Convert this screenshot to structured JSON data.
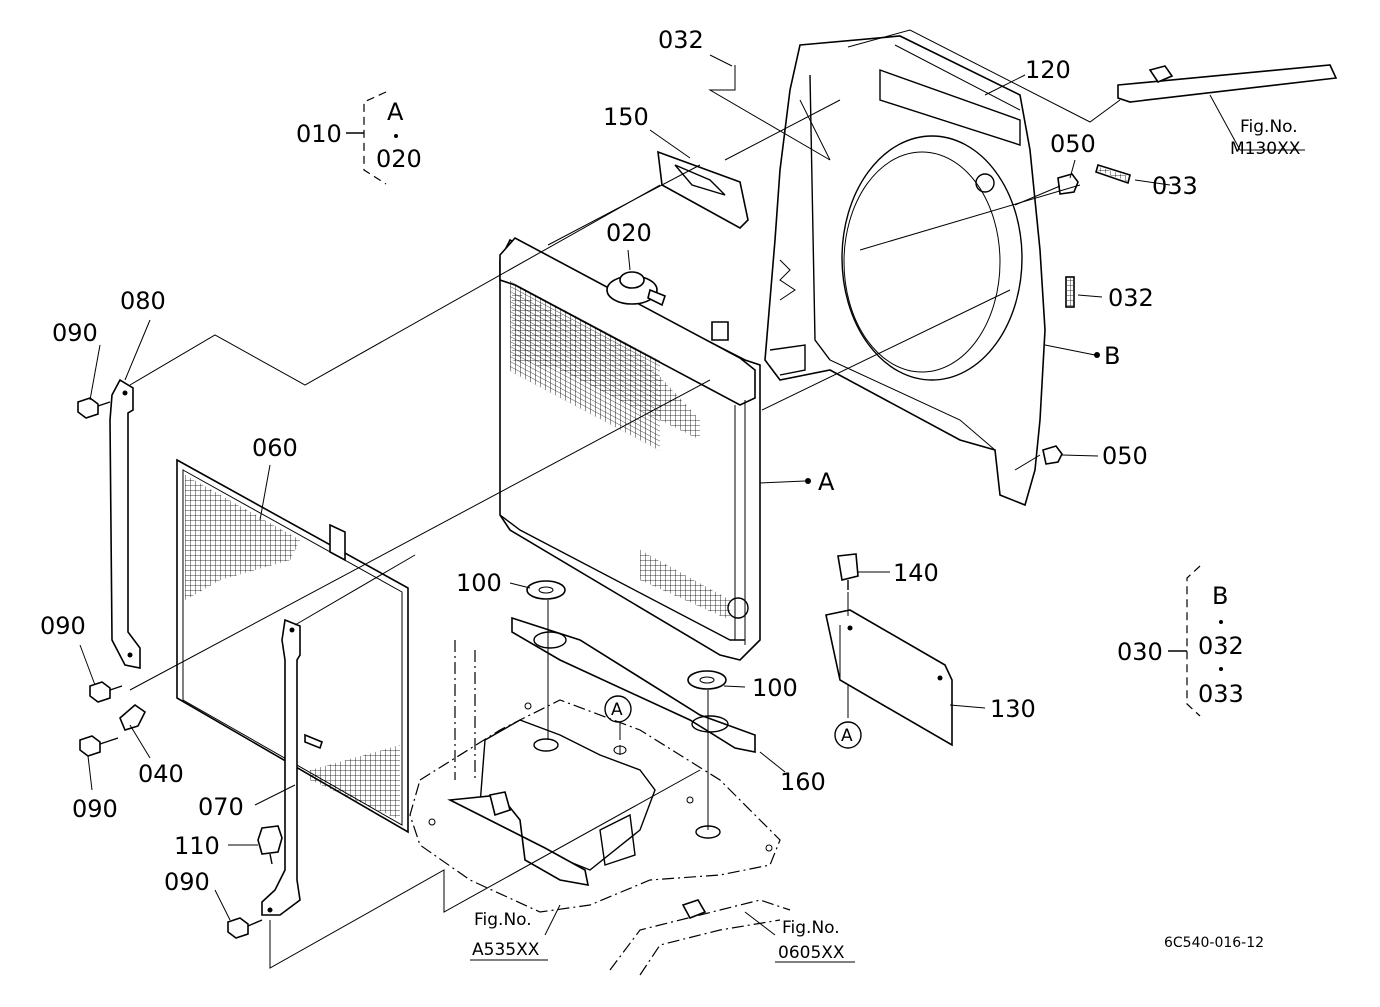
{
  "diagram": {
    "callouts": {
      "c010": "010",
      "c020_group": "020",
      "c020": "020",
      "c030": "030",
      "c032_group": "032",
      "c033_group": "033",
      "c032_top": "032",
      "c032_right": "032",
      "c033": "033",
      "c040": "040",
      "c050_top": "050",
      "c050_bottom": "050",
      "c060": "060",
      "c070": "070",
      "c080": "080",
      "c090_a": "090",
      "c090_b": "090",
      "c090_c": "090",
      "c090_d": "090",
      "c100_left": "100",
      "c100_right": "100",
      "c110": "110",
      "c120": "120",
      "c130": "130",
      "c140": "140",
      "c150": "150",
      "c160": "160"
    },
    "markers": {
      "group_a": "A",
      "group_b": "B",
      "point_a": "A",
      "point_b": "B",
      "circle_a_base": "A",
      "circle_a_plate": "A"
    },
    "references": {
      "m130_prefix": "Fig.No.",
      "m130_code": "M130XX",
      "a535_prefix": "Fig.No.",
      "a535_code": "A535XX",
      "r0605_prefix": "Fig.No.",
      "r0605_code": "0605XX"
    },
    "drawing_id": "6C540-016-12"
  }
}
